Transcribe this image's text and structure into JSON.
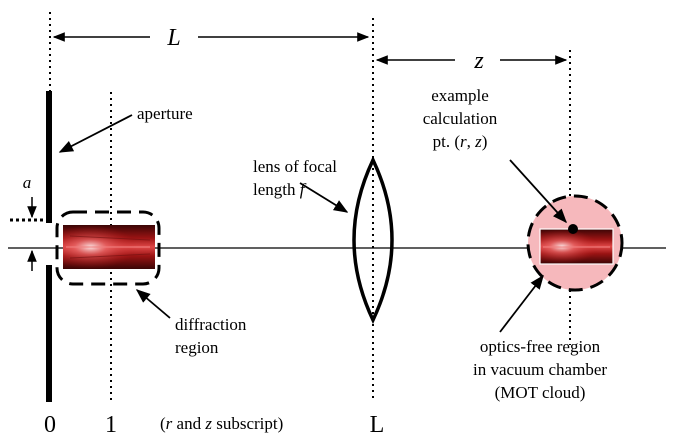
{
  "labels": {
    "L_top": "L",
    "z_top": "z",
    "aperture": "aperture",
    "a": "a",
    "lens_line1": "lens of focal",
    "lens_line2": "length",
    "lens_f": "f",
    "example_line1": "example",
    "example_line2": "calculation",
    "example_line3_prefix": "pt. (",
    "example_r": "r",
    "example_comma": ", ",
    "example_z": "z",
    "example_suffix": ")",
    "diffraction_line1": "diffraction",
    "diffraction_line2": "region",
    "optics_line1": "optics-free region",
    "optics_line2": "in vacuum chamber",
    "optics_line3": "(MOT cloud)",
    "tick_0": "0",
    "tick_1": "1",
    "tick_L": "L",
    "subscript_prefix": "(",
    "subscript_r": "r",
    "subscript_and": " and ",
    "subscript_z": "z",
    "subscript_suffix": " subscript)"
  },
  "colors": {
    "line": "#000000",
    "beam_dark": "#5a0a0a",
    "beam_mid": "#b01818",
    "beam_bright": "#e85050",
    "mot_cloud": "#f6b8bc"
  }
}
